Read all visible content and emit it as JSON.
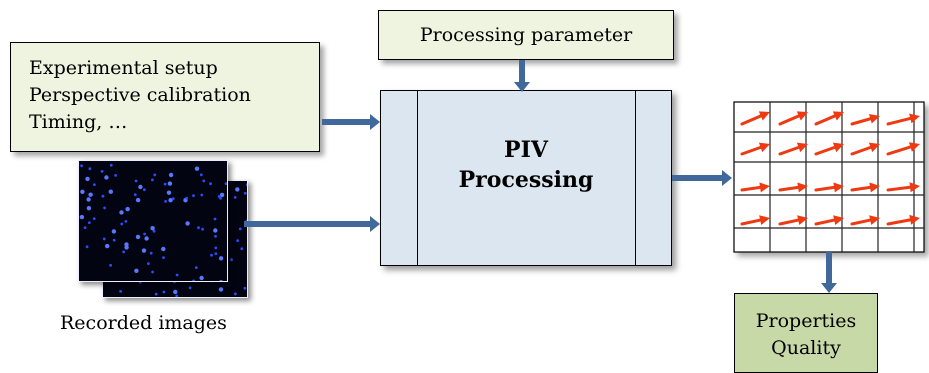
{
  "param_box": {
    "label": "Processing parameter"
  },
  "setup_box": {
    "lines": [
      "Experimental setup",
      "Perspective calibration",
      "Timing, …"
    ]
  },
  "proc_box": {
    "lines": [
      "PIV",
      "Processing"
    ]
  },
  "images": {
    "caption": "Recorded images"
  },
  "output_box": {
    "lines": [
      "Properties",
      "Quality"
    ]
  },
  "colors": {
    "arrow": "#41689a",
    "process_fill": "#dce6f0",
    "input_fill": "#eef4e0",
    "output_fill": "#c8d9a8",
    "vector": "#ee3a12",
    "particle": "#2a4cff"
  }
}
